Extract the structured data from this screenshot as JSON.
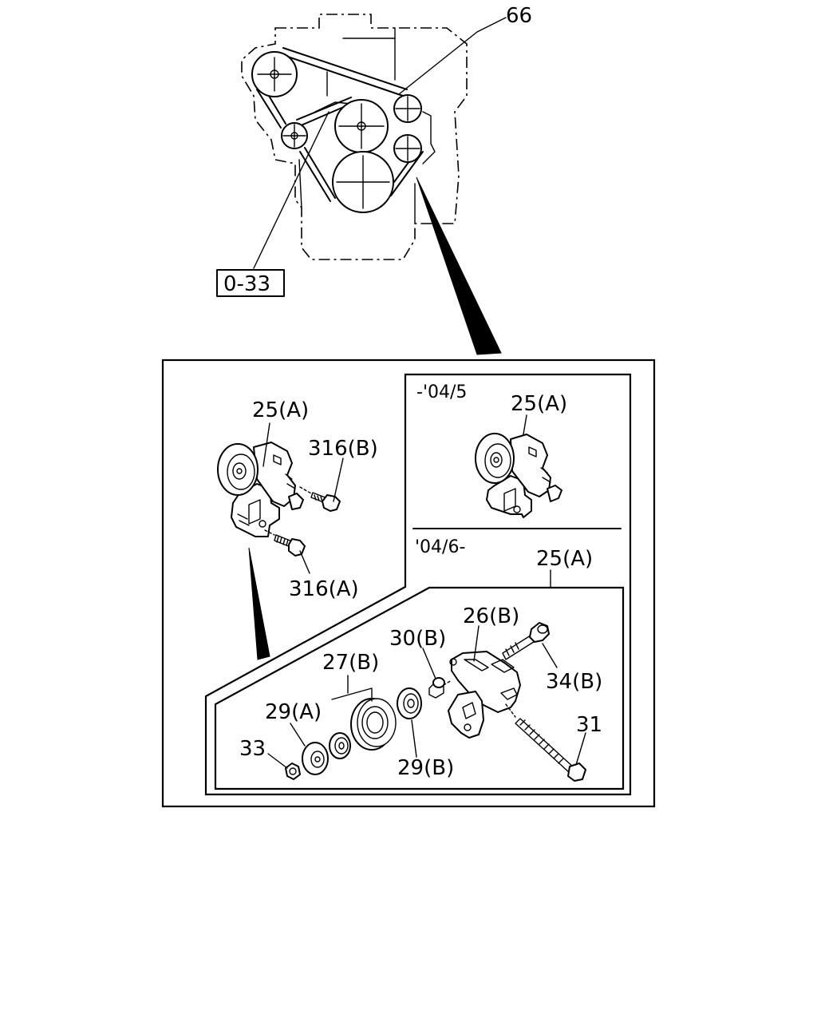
{
  "callouts": {
    "belt": "66",
    "ref_page": "0-33",
    "tensioner_assy": "25(A)",
    "tensioner_assy_early": "25(A)",
    "tensioner_assy_late": "25(A)",
    "bolt_b": "316(B)",
    "bolt_a": "316(A)",
    "bracket": "26(B)",
    "bolt_34": "34(B)",
    "collar": "30(B)",
    "pulley": "27(B)",
    "bearing_a": "29(A)",
    "bearing_b": "29(B)",
    "nut": "33",
    "long_bolt": "31"
  },
  "periods": {
    "until": "-'04/5",
    "from": "'04/6-"
  }
}
